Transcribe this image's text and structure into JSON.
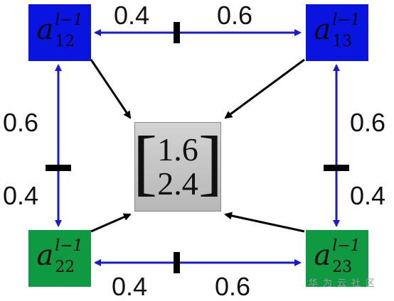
{
  "nodes": {
    "a12": {
      "base": "a",
      "superscript": "l−1",
      "subscript": "12",
      "color": "#0a14e0"
    },
    "a13": {
      "base": "a",
      "superscript": "l−1",
      "subscript": "13",
      "color": "#0a14e0"
    },
    "a22": {
      "base": "a",
      "superscript": "l−1",
      "subscript": "22",
      "color": "#0f9a42"
    },
    "a23": {
      "base": "a",
      "superscript": "l−1",
      "subscript": "23",
      "color": "#0f9a42"
    }
  },
  "center_vector": {
    "top": "1.6",
    "bottom": "2.4",
    "left_bracket": "[",
    "right_bracket": "]"
  },
  "weights": {
    "top_left": "0.4",
    "top_right": "0.6",
    "bottom_left": "0.4",
    "bottom_right": "0.6",
    "left_upper": "0.6",
    "left_lower": "0.4",
    "right_upper": "0.6",
    "right_lower": "0.4"
  },
  "edge_color": "#1a1ad6",
  "arrow_color": "#000000",
  "watermark": "华为云社区"
}
